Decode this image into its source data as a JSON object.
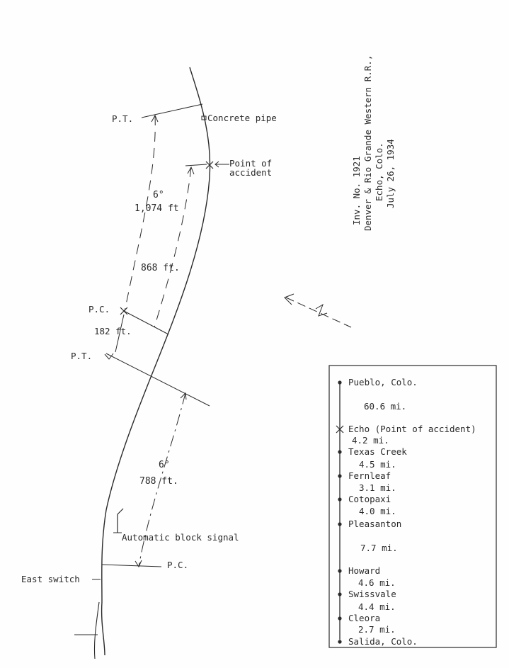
{
  "header": {
    "line1": "Inv. No. 1921",
    "line2": "Denver & Rio Grande Western R.R.,",
    "line3": "Echo, Colo.",
    "line4": "July 26, 1934"
  },
  "labels": {
    "pt_top": "P.T.",
    "concrete_pipe": "Concrete pipe",
    "point_of": "Point of",
    "accident": "accident",
    "curve1_degree": "6°",
    "curve1_length": "1,074 ft",
    "dist_868": "868 ft.",
    "pc_mid": "P.C.",
    "dist_182": "182 ft.",
    "pt_mid": "P.T.",
    "curve2_degree": "6°",
    "curve2_length": "788 ft.",
    "block_signal": "Automatic block signal",
    "pc_bottom": "P.C.",
    "east_switch": "East switch"
  },
  "legend": {
    "stations": [
      {
        "name": "Pueblo, Colo.",
        "marker": "dot"
      },
      {
        "name": "Echo (Point of accident)",
        "marker": "cross"
      },
      {
        "name": "Texas Creek",
        "marker": "dot"
      },
      {
        "name": "Fernleaf",
        "marker": "dot"
      },
      {
        "name": "Cotopaxi",
        "marker": "dot"
      },
      {
        "name": "Pleasanton",
        "marker": "dot"
      },
      {
        "name": "Howard",
        "marker": "dot"
      },
      {
        "name": "Swissvale",
        "marker": "dot"
      },
      {
        "name": "Cleora",
        "marker": "dot"
      },
      {
        "name": "Salida, Colo.",
        "marker": "dot"
      }
    ],
    "distances": [
      "60.6 mi.",
      "4.2 mi.",
      "4.5 mi.",
      "3.1 mi.",
      "4.0 mi.",
      "7.7 mi.",
      "4.6 mi.",
      "4.4 mi.",
      "2.7 mi."
    ]
  }
}
